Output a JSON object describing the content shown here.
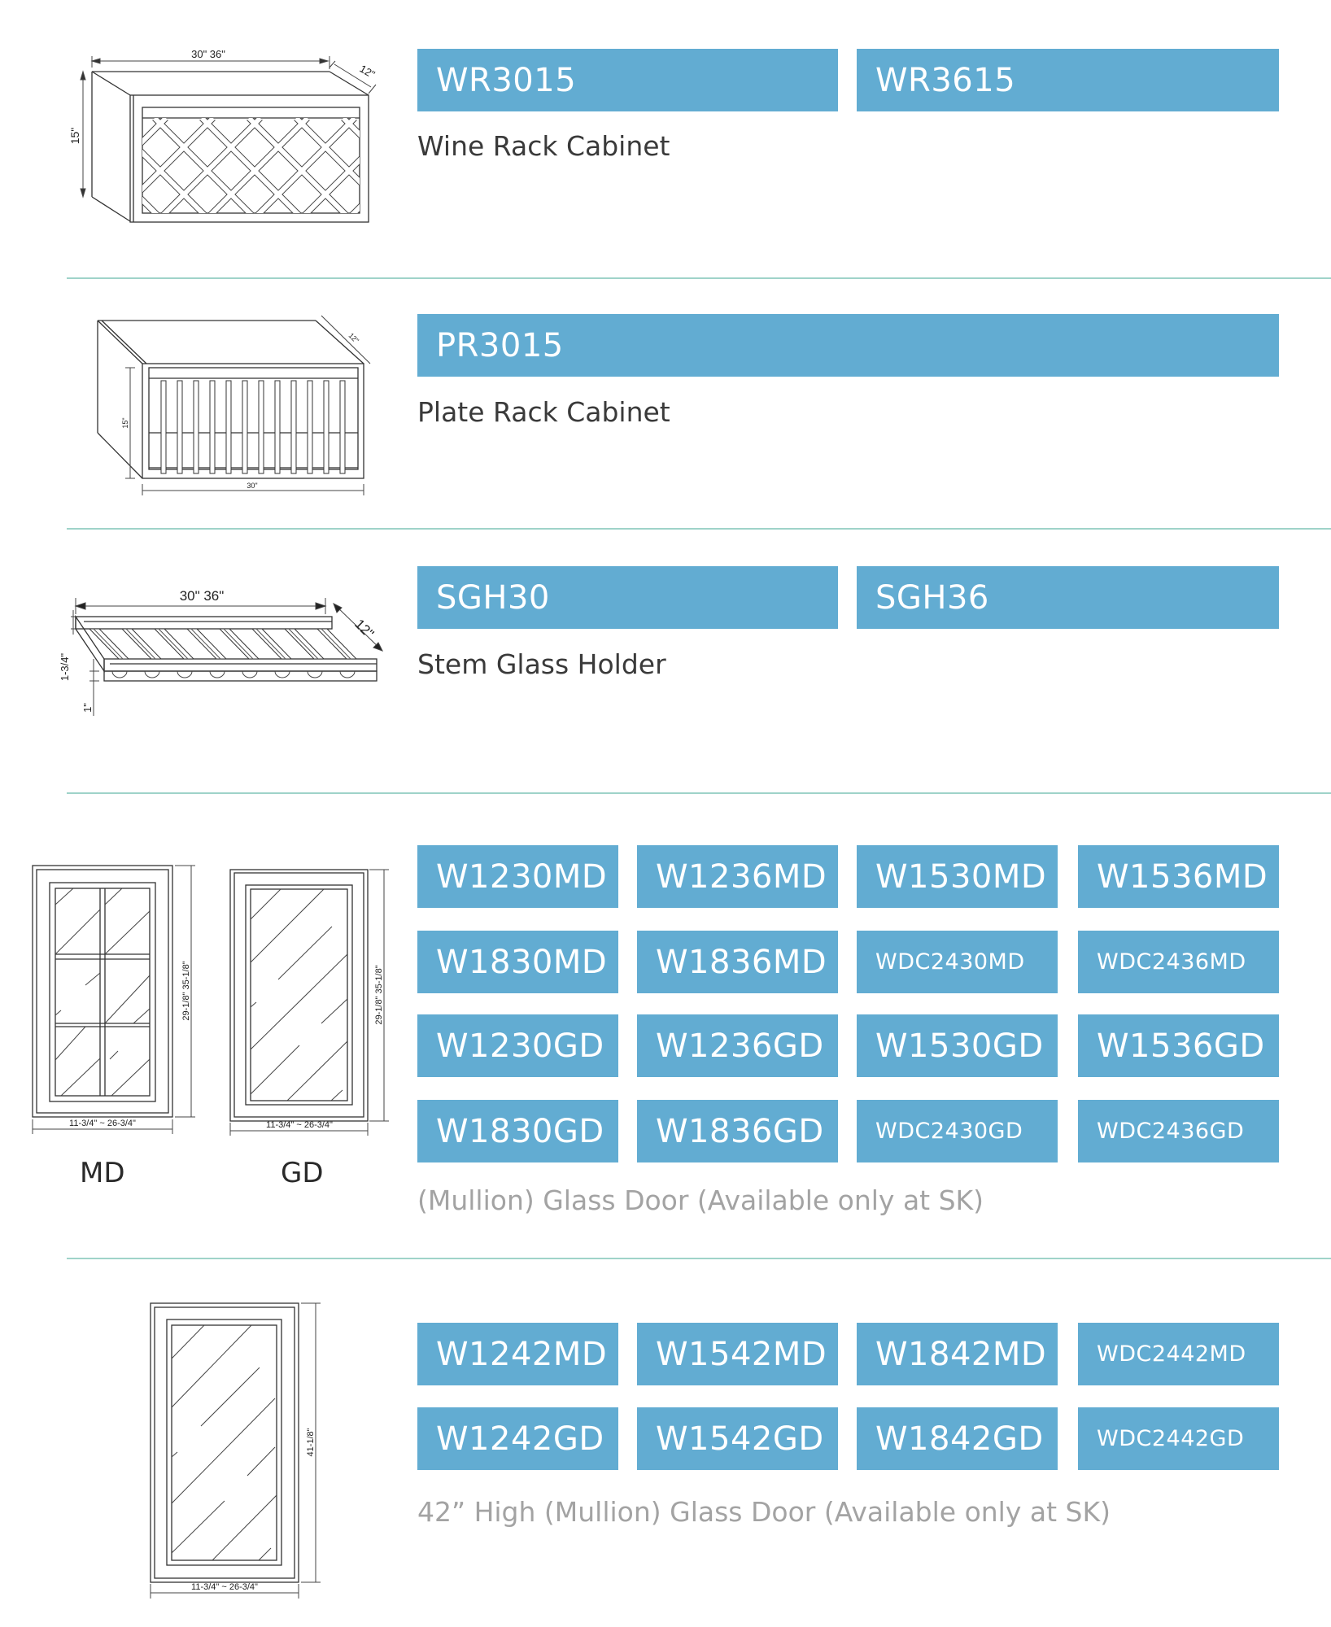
{
  "brand_color": "#62acd2",
  "sections": [
    {
      "id": "wine-rack",
      "tiles": [
        "WR3015",
        "WR3615"
      ],
      "caption": "Wine Rack Cabinet",
      "drawing": {
        "width": "30\"  36\"",
        "depth": "12\"",
        "height": "15\""
      }
    },
    {
      "id": "plate-rack",
      "tiles": [
        "PR3015"
      ],
      "caption": "Plate Rack Cabinet",
      "drawing": {
        "width": "30\"",
        "depth": "12\"",
        "height": "15\""
      }
    },
    {
      "id": "stem-glass-holder",
      "tiles": [
        "SGH30",
        "SGH36"
      ],
      "caption": "Stem Glass Holder",
      "drawing": {
        "width": "30\"  36\"",
        "depth": "12\"",
        "height": "1-3/4\"",
        "clearance": "1\""
      }
    },
    {
      "id": "glass-door",
      "tiles": [
        "W1230MD",
        "W1236MD",
        "W1530MD",
        "W1536MD",
        "W1830MD",
        "W1836MD",
        "WDC2430MD",
        "WDC2436MD",
        "W1230GD",
        "W1236GD",
        "W1530GD",
        "W1536GD",
        "W1830GD",
        "W1836GD",
        "WDC2430GD",
        "WDC2436GD"
      ],
      "caption": "(Mullion) Glass Door (Available only at SK)",
      "drawings": [
        {
          "label": "MD",
          "width": "11-3/4\" ~ 26-3/4\"",
          "height": "29-1/8\"  35-1/8\""
        },
        {
          "label": "GD",
          "width": "11-3/4\" ~ 26-3/4\"",
          "height": "29-1/8\"  35-1/8\""
        }
      ]
    },
    {
      "id": "glass-door-42",
      "tiles": [
        "W1242MD",
        "W1542MD",
        "W1842MD",
        "WDC2442MD",
        "W1242GD",
        "W1542GD",
        "W1842GD",
        "WDC2442GD"
      ],
      "caption": "42” High (Mullion) Glass Door  (Available only at SK)",
      "drawing": {
        "width": "11-3/4\" ~ 26-3/4\"",
        "height": "41-1/8\""
      }
    }
  ]
}
